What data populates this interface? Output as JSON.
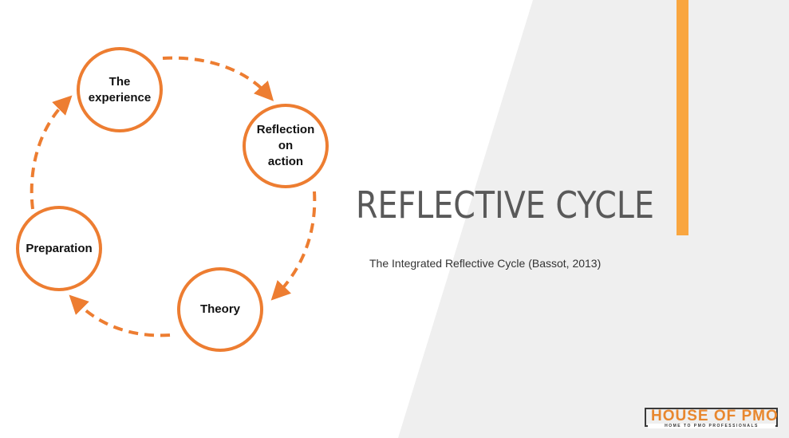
{
  "slide": {
    "title": "REFLECTIVE CYCLE",
    "subtitle": "The Integrated Reflective Cycle (Bassot, 2013)"
  },
  "cycle": {
    "nodes": [
      {
        "label": "The\nexperience"
      },
      {
        "label": "Reflection\non\naction"
      },
      {
        "label": "Theory"
      },
      {
        "label": "Preparation"
      }
    ]
  },
  "logo": {
    "name": "HOUSE OF PMO",
    "tagline": "HOME TO PMO PROFESSIONALS"
  },
  "colors": {
    "accent": "#ED7D31",
    "bar": "#F9A640",
    "panel": "#EFEFEF",
    "title": "#595959"
  }
}
